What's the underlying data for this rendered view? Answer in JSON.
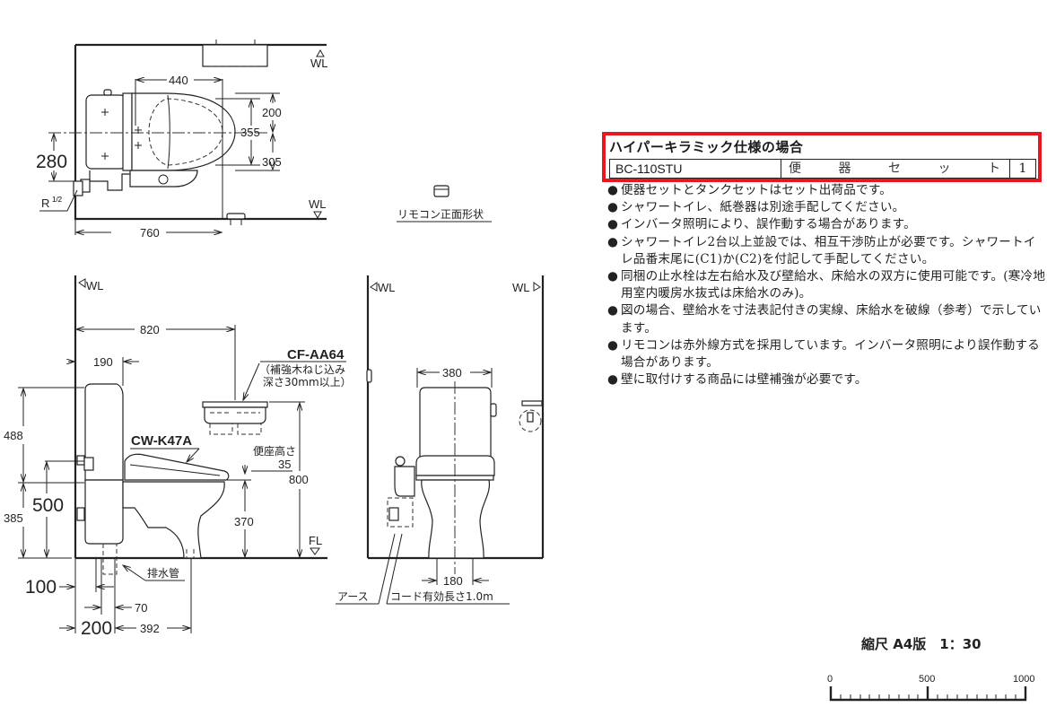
{
  "spec_box": {
    "title": "ハイパーキラミック仕様の場合",
    "border_color": "#e8161e",
    "row": {
      "model": "BC-110STU",
      "name_chars": [
        "便",
        "器",
        "セ",
        "ッ",
        "ト"
      ],
      "name": "便器セット",
      "qty": "1"
    }
  },
  "notes": [
    "便器セットとタンクセットはセット出荷品です。",
    "シャワートイレ、紙巻器は別途手配してください。",
    "インバータ照明により、誤作動する場合があります。",
    "シャワートイレ2台以上並設では、相互干渉防止が必要です。シャワートイレ品番末尾に(C1)か(C2)を付記して手配してください。",
    "同梱の止水栓は左右給水及び壁給水、床給水の双方に使用可能です。(寒冷地用室内暖房水抜式は床給水のみ)。",
    "図の場合、壁給水を寸法表記付きの実線、床給水を破線（参考）で示しています。",
    "リモコンは赤外線方式を採用しています。インバータ照明により誤作動する場合があります。",
    "壁に取付けする商品には壁補強が必要です。"
  ],
  "bullet_glyph": "●",
  "plan_view": {
    "dims": {
      "d440": "440",
      "d200": "200",
      "d355": "355",
      "d305": "305",
      "d280": "280",
      "d760": "760"
    },
    "wall_top": "WL",
    "wall_bottom": "WL",
    "pipe_label_r": "R",
    "pipe_label_frac": "1/2"
  },
  "remote": {
    "label": "リモコン正面形状"
  },
  "side_view": {
    "wall": "WL",
    "floor": "FL",
    "dims": {
      "d820": "820",
      "d190": "190",
      "d488": "488",
      "d500": "500",
      "d385": "385",
      "d370": "370",
      "d800": "800",
      "d35": "35",
      "d100": "100",
      "d70": "70",
      "d200": "200",
      "d392": "392"
    },
    "paper_holder_model": "CF-AA64",
    "paper_holder_note1": "（補強木ねじ込み",
    "paper_holder_note2": "深さ30mm以上）",
    "seat_model": "CW-K47A",
    "seat_height_label": "便座高さ",
    "drain_label": "排水管"
  },
  "front_view": {
    "wall_left": "WL",
    "wall_right": "WL",
    "dims": {
      "d380": "380",
      "d180": "180"
    },
    "earth_label": "アース",
    "cord_label": "コード有効長さ1.0m"
  },
  "scale": {
    "title": "縮尺 A4版　1：30",
    "ticks": [
      "0",
      "500",
      "1000"
    ]
  }
}
